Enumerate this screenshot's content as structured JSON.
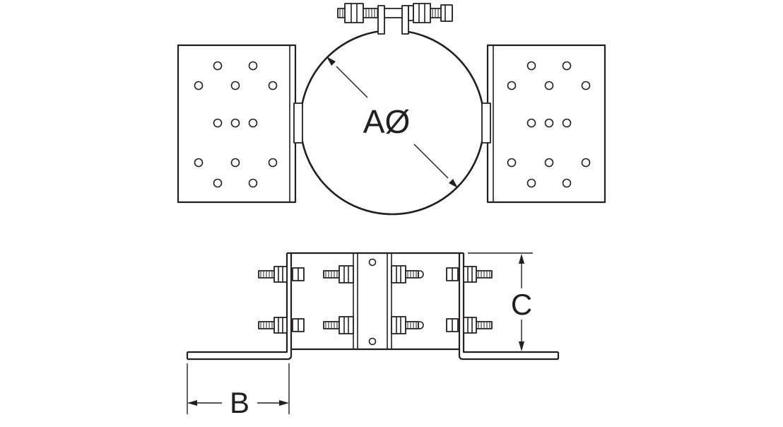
{
  "drawing": {
    "background_color": "#ffffff",
    "line_color": "#231f20",
    "labels": {
      "diameter": "AØ",
      "base_width": "B",
      "bracket_height": "C"
    }
  }
}
